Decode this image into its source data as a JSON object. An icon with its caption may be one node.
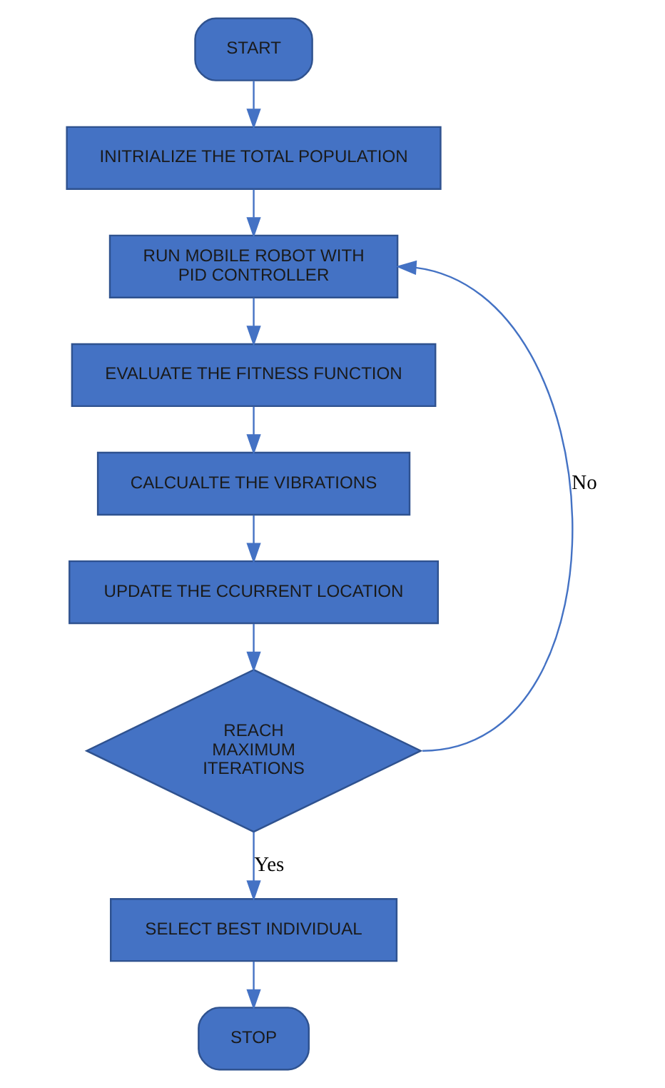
{
  "diagram": {
    "nodes": [
      {
        "text": [
          "START"
        ]
      },
      {
        "text": [
          "INITRIALIZE THE TOTAL POPULATION"
        ]
      },
      {
        "text": [
          "RUN MOBILE ROBOT WITH PID CONTROLLER"
        ]
      },
      {
        "text": [
          "EVALUATE THE FITNESS FUNCTION"
        ]
      },
      {
        "text": [
          "CALCUALTE THE VIBRATIONS"
        ]
      },
      {
        "text": [
          "UPDATE THE CCURRENT LOCATION"
        ]
      },
      {
        "text": [
          "REACH MAXIMUM ITERATIONS"
        ]
      },
      {
        "text": [
          "SELECT BEST INDIVIDUAL"
        ]
      },
      {
        "text": [
          "STOP"
        ]
      }
    ],
    "edges": [
      {
        "from": 0,
        "to": 1,
        "arrow": "to"
      },
      {
        "from": 1,
        "to": 2,
        "arrow": "to"
      },
      {
        "from": 2,
        "to": 3,
        "arrow": "to"
      },
      {
        "from": 3,
        "to": 4,
        "arrow": "to"
      },
      {
        "from": 4,
        "to": 5,
        "arrow": "to"
      },
      {
        "from": 5,
        "to": 6,
        "arrow": "to"
      },
      {
        "from": 6,
        "to": 7,
        "arrow": "to",
        "label": "Yes"
      },
      {
        "from": 6,
        "to": 2,
        "arrow": "to",
        "label": "No"
      },
      {
        "from": 7,
        "to": 8,
        "arrow": "to"
      }
    ]
  }
}
